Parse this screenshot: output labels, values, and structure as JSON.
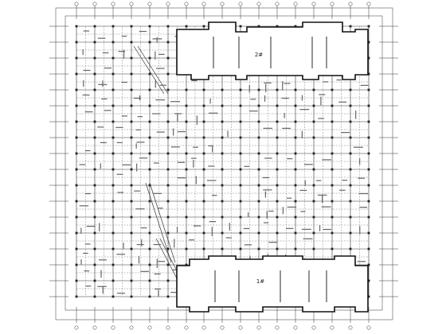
{
  "drawing": {
    "type": "structural floor framing plan",
    "buildings": [
      {
        "id": "upper",
        "label": "2#"
      },
      {
        "id": "lower",
        "label": "1#"
      }
    ],
    "colors": {
      "background": "#ffffff",
      "line": "#333333",
      "beam": "#555555",
      "building_outline": "#111111",
      "text": "#222222"
    }
  }
}
